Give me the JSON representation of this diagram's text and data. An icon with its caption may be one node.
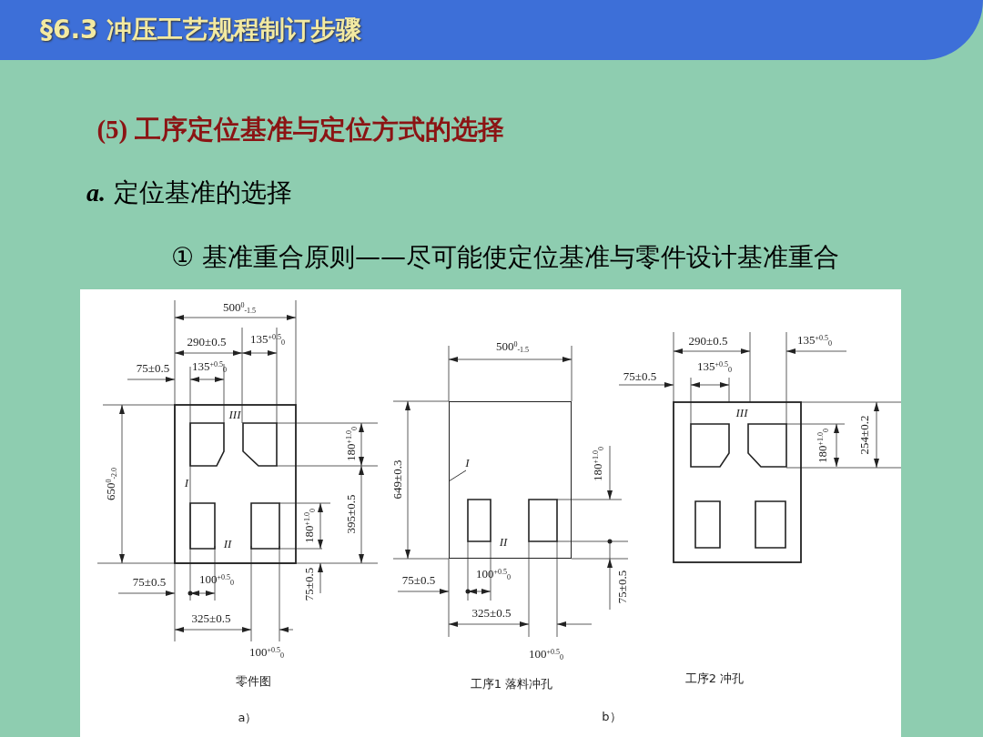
{
  "diagram": {
    "title": "§6.3 冲压工艺规程制订步骤",
    "nodes": [
      {
        "text": [
          "I"
        ],
        "in": 1
      },
      {
        "text": [],
        "shape": "box"
      }
    ],
    "edges": [
      {
        "from": 0,
        "to": 1,
        "arrow": "none"
      }
    ],
    "labels": [
      "(5) 工序定位基准与定位方式的选择",
      "**a.** 定位基准的选择",
      "① 基准重合原则——尽可能使定位基准与零件设计基准重合",
      "500$^{0}$$_{-1.5}$",
      "290±0.5",
      "135$^{+0.5}$$_{0}$",
      "75±0.5",
      "135$^{+0.5}$$_{0}$",
      "III",
      "650$^{0}$$_{-2.0}$",
      "180$^{+1.0}$$_{0}$",
      "I",
      "395±0.5",
      "180$^{+1.0}$$_{0}$",
      "II",
      "75±0.5",
      "75±0.5",
      "100$^{+0.5}$$_{0}$",
      "325±0.5",
      "100$^{+0.5}$$_{0}$",
      "零件图",
      "a）",
      "500$^{0}$$_{-1.5}$",
      "649±0.3",
      "180$^{+1.0}$$_{0}$",
      "II",
      "75±0.5",
      "75±0.5",
      "100$^{+0.5}$$_{0}$",
      "325±0.5",
      "100$^{+0.5}$$_{0}$",
      "工序1 落料冲孔",
      "b）",
      "290±0.5",
      "135$^{+0.5}$$_{0}$",
      "75±0.5",
      "135$^{+0.5}$$_{0}$",
      "III",
      "180$^{+1.0}$$_{0}$",
      "254±0.2",
      "工序2 冲孔"
    ]
  }
}
